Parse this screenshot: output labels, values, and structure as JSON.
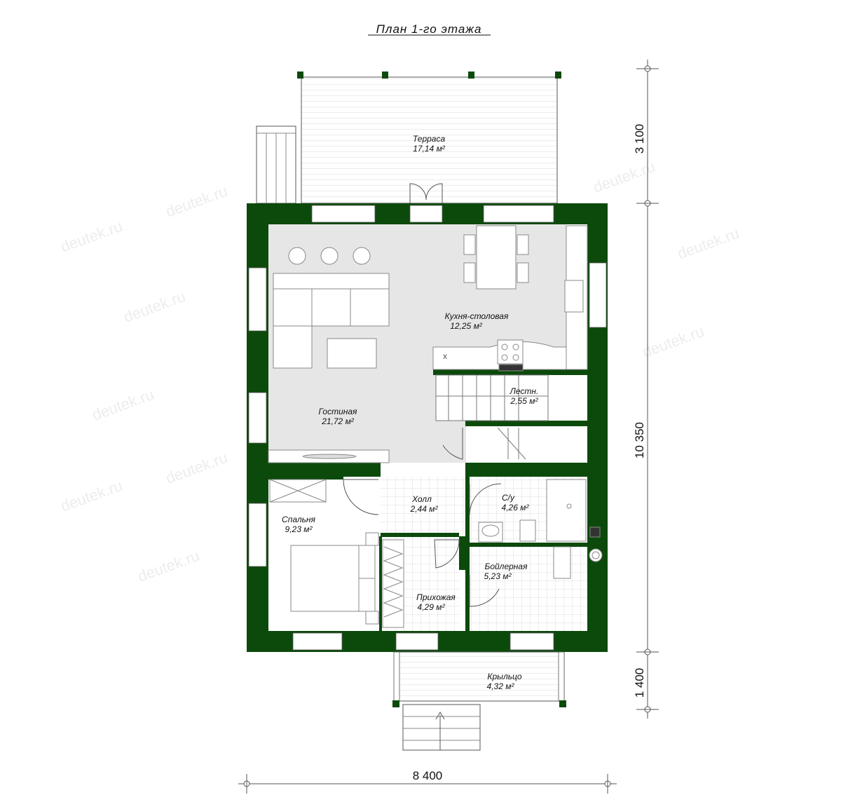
{
  "title": "План 1-го этажа",
  "watermark": "deutek.ru",
  "colors": {
    "wall": "#0c4a0c",
    "floor_gray": "#e6e6e6",
    "line": "#444444"
  },
  "dimensions": {
    "terrace_depth": "3 100",
    "house_depth": "10 350",
    "porch_depth": "1 400",
    "house_width": "8 400"
  },
  "rooms": [
    {
      "id": "terrace",
      "name": "Терраса",
      "area": "17,14 м²"
    },
    {
      "id": "kitchen",
      "name": "Кухня-столовая",
      "area": "12,25 м²"
    },
    {
      "id": "living",
      "name": "Гостиная",
      "area": "21,72 м²"
    },
    {
      "id": "stairs",
      "name": "Лестн.",
      "area": "2,55 м²"
    },
    {
      "id": "hall",
      "name": "Холл",
      "area": "2,44 м²"
    },
    {
      "id": "wc",
      "name": "С/у",
      "area": "4,26 м²"
    },
    {
      "id": "bedroom",
      "name": "Спальня",
      "area": "9,23 м²"
    },
    {
      "id": "boiler",
      "name": "Бойлерная",
      "area": "5,23 м²"
    },
    {
      "id": "entry",
      "name": "Прихожая",
      "area": "4,29 м²"
    },
    {
      "id": "porch",
      "name": "Крыльцо",
      "area": "4,32 м²"
    }
  ],
  "cooktop_mark": "X"
}
